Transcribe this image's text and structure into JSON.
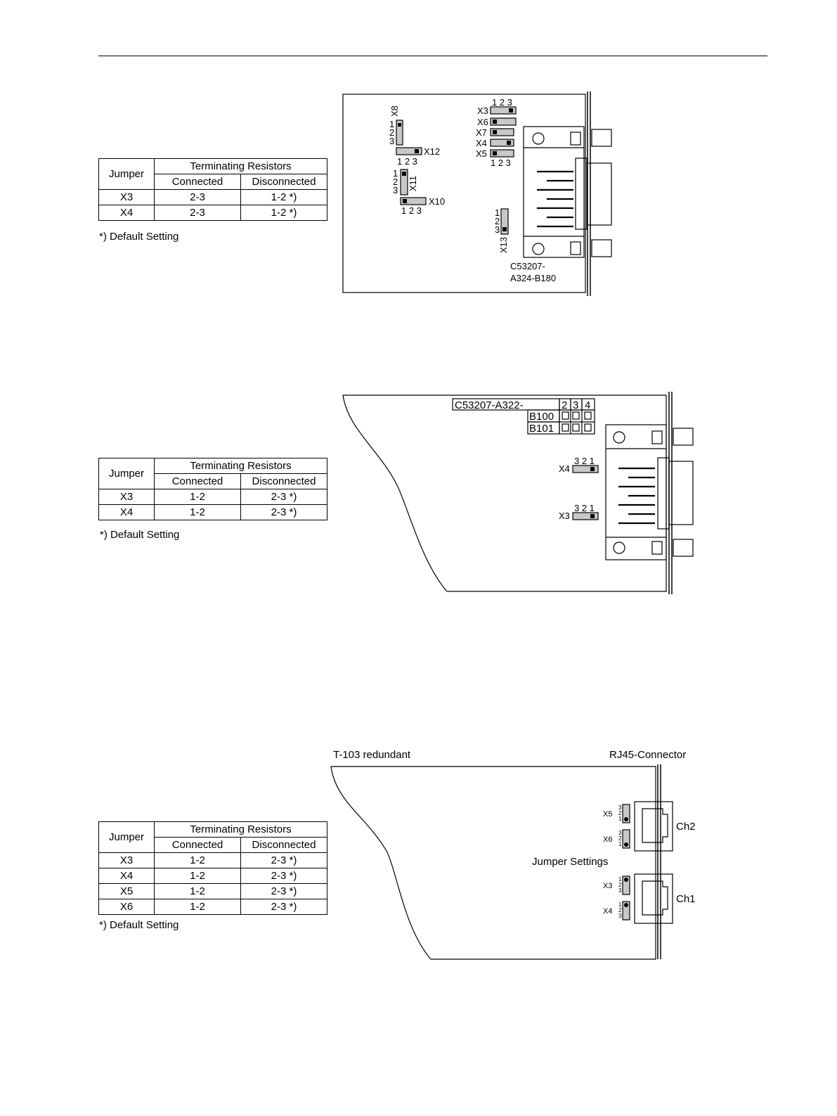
{
  "header": {
    "rule": true
  },
  "table_headers": {
    "jumper": "Jumper",
    "group": "Terminating Resistors",
    "connected": "Connected",
    "disconnected": "Disconnected"
  },
  "default_note": "*) Default Setting",
  "section1": {
    "rows": [
      {
        "jumper": "X3",
        "connected": "2-3",
        "disconnected": "1-2 *)"
      },
      {
        "jumper": "X4",
        "connected": "2-3",
        "disconnected": "1-2 *)"
      }
    ],
    "diagram": {
      "part_line1": "C53207-",
      "part_line2": "A324-B180",
      "pins_123": "1 2 3",
      "pin1": "1",
      "pin2": "2",
      "pin3": "3",
      "labels": {
        "X3": "X3",
        "X4": "X4",
        "X5": "X5",
        "X6": "X6",
        "X7": "X7",
        "X8": "X8",
        "X10": "X10",
        "X11": "X11",
        "X12": "X12",
        "X13": "X13"
      }
    }
  },
  "section2": {
    "rows": [
      {
        "jumper": "X3",
        "connected": "1-2",
        "disconnected": "2-3 *)"
      },
      {
        "jumper": "X4",
        "connected": "1-2",
        "disconnected": "2-3 *)"
      }
    ],
    "diagram": {
      "part_prefix": "C53207-A322-",
      "cols": [
        "2",
        "3",
        "4"
      ],
      "variants": [
        "B100",
        "B101"
      ],
      "pins_321": "3 2 1",
      "labels": {
        "X3": "X3",
        "X4": "X4"
      }
    }
  },
  "section3": {
    "rows": [
      {
        "jumper": "X3",
        "connected": "1-2",
        "disconnected": "2-3 *)"
      },
      {
        "jumper": "X4",
        "connected": "1-2",
        "disconnected": "2-3 *)"
      },
      {
        "jumper": "X5",
        "connected": "1-2",
        "disconnected": "2-3 *)"
      },
      {
        "jumper": "X6",
        "connected": "1-2",
        "disconnected": "2-3 *)"
      }
    ],
    "diagram": {
      "title_left": "T-103 redundant",
      "title_right": "RJ45-Connector",
      "jumper_settings": "Jumper Settings",
      "ch2": "Ch2",
      "ch1": "Ch1",
      "pin1": "1",
      "pin2": "2",
      "pin3": "3",
      "labels": {
        "X3": "X3",
        "X4": "X4",
        "X5": "X5",
        "X6": "X6"
      }
    }
  }
}
